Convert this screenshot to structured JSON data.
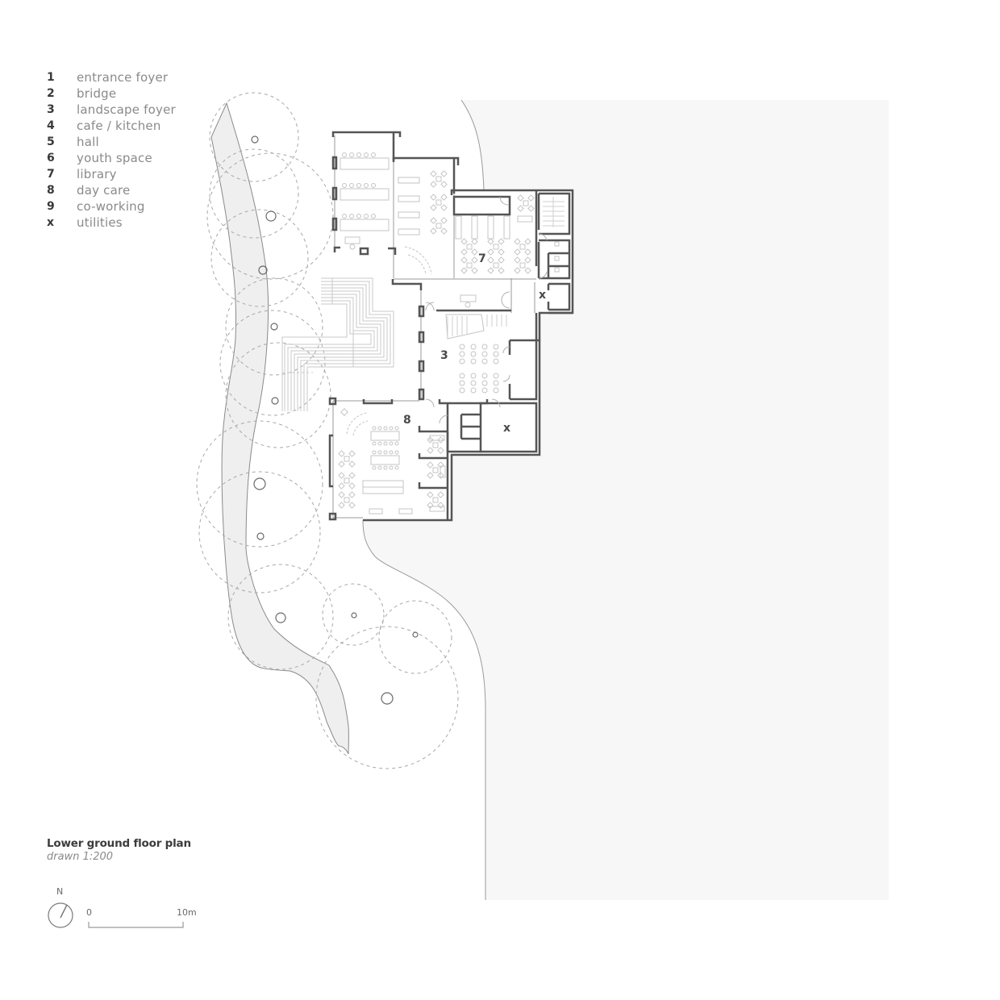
{
  "legend": {
    "items": [
      {
        "key": "1",
        "label": "entrance foyer"
      },
      {
        "key": "2",
        "label": "bridge"
      },
      {
        "key": "3",
        "label": "landscape foyer"
      },
      {
        "key": "4",
        "label": "cafe / kitchen"
      },
      {
        "key": "5",
        "label": "hall"
      },
      {
        "key": "6",
        "label": "youth space"
      },
      {
        "key": "7",
        "label": "library"
      },
      {
        "key": "8",
        "label": "day care"
      },
      {
        "key": "9",
        "label": "co-working"
      },
      {
        "key": "x",
        "label": "utilities"
      }
    ]
  },
  "plan": {
    "title": "Lower ground floor plan",
    "scale_note": "drawn 1:200",
    "room_labels": {
      "library": "7",
      "landscape_foyer": "3",
      "day_care": "8",
      "utilities_north": "x",
      "utilities_south": "x"
    }
  },
  "north_arrow": {
    "label": "N"
  },
  "scale_bar": {
    "start_label": "0",
    "end_label": "10m"
  },
  "colors": {
    "wall": "#555555",
    "furniture": "#c4c4c4",
    "stream_fill": "#efeff0",
    "ground_fill": "#f7f7f7",
    "tree_canopy": "#a8a8a8",
    "legend_key": "#3a3a3a",
    "legend_label": "#8a8a8a"
  }
}
